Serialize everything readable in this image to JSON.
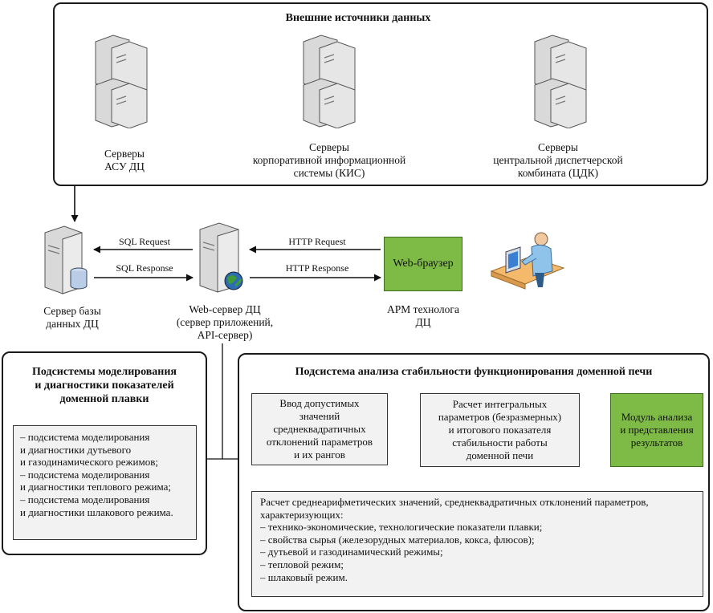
{
  "external": {
    "title": "Внешние источники данных",
    "servers": [
      {
        "caption": "Серверы\nАСУ ДЦ"
      },
      {
        "caption": "Серверы\nкорпоративной информационной\nсистемы (КИС)"
      },
      {
        "caption": "Серверы\nцентральной диспетчерской\nкомбината (ЦДК)"
      }
    ]
  },
  "nodes": {
    "db_server": "Сервер базы\nданных ДЦ",
    "web_server": "Web-сервер ДЦ\n(сервер приложений,\nAPI-сервер)",
    "browser": "Web-браузер",
    "arm": "АРМ технолога\nДЦ"
  },
  "edges": {
    "sql_request": "SQL Request",
    "sql_response": "SQL Response",
    "http_request": "HTTP Request",
    "http_response": "HTTP Response"
  },
  "left_panel": {
    "title": "Подсистемы моделирования\nи диагностики показателей\nдоменной плавки",
    "items": [
      "– подсистема моделирования",
      "и диагностики дутьевого",
      "и газодинамического режимов;",
      "– подсистема моделирования",
      "и диагностики теплового режима;",
      "– подсистема моделирования",
      "и диагностики шлакового режима."
    ]
  },
  "right_panel": {
    "title": "Подсистема анализа стабильности функционирования доменной печи",
    "input_box": "Ввод допустимых\nзначений\nсреднеквадратичных\nотклонений параметров\nи их рангов",
    "calc_box": "Расчет интегральных\nпараметров (безразмерных)\nи итогового показателя\nстабильности работы\nдоменной печи",
    "module_box": "Модуль анализа\nи представления\nрезультатов",
    "stats_box": [
      "Расчет среднеарифметических значений, среднеквадратичных отклонений параметров,",
      "характеризующих:",
      "– технико-экономические, технологические показатели плавки;",
      "– свойства сырья (железорудных материалов, кокса, флюсов);",
      "– дутьевой и газодинамический режимы;",
      "– тепловой режим;",
      "– шлаковый режим."
    ]
  }
}
